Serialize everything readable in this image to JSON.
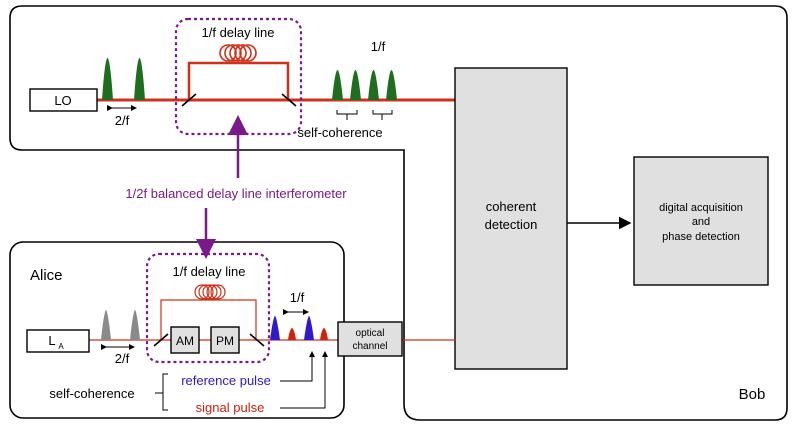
{
  "bob": {
    "label": "Bob",
    "lo_label": "LO",
    "spacing_2f": "2/f",
    "delay_line": "1/f delay line",
    "spacing_1f": "1/f",
    "self_coherence": "self-coherence",
    "coherent_detection_line1": "coherent",
    "coherent_detection_line2": "detection",
    "digital_line1": "digital acquisition",
    "digital_line2": "and",
    "digital_line3": "phase detection"
  },
  "interferometer_label": "1/2f balanced delay line interferometer",
  "alice": {
    "label": "Alice",
    "laser_label": "L",
    "laser_subscript": "A",
    "spacing_2f": "2/f",
    "delay_line": "1/f delay line",
    "am_label": "AM",
    "pm_label": "PM",
    "spacing_1f": "1/f",
    "self_coherence": "self-coherence",
    "reference_pulse": "reference pulse",
    "signal_pulse": "signal pulse"
  },
  "channel": {
    "line1": "optical",
    "line2": "channel"
  },
  "colors": {
    "fiber": "#d03018",
    "green_pulse": "#1f6e1f",
    "gray_pulse": "#8a8a8a",
    "blue_pulse": "#2f19c8",
    "red_pulse": "#d02010",
    "purple": "#7a1a8a",
    "box_fill": "#e0e0e0"
  }
}
